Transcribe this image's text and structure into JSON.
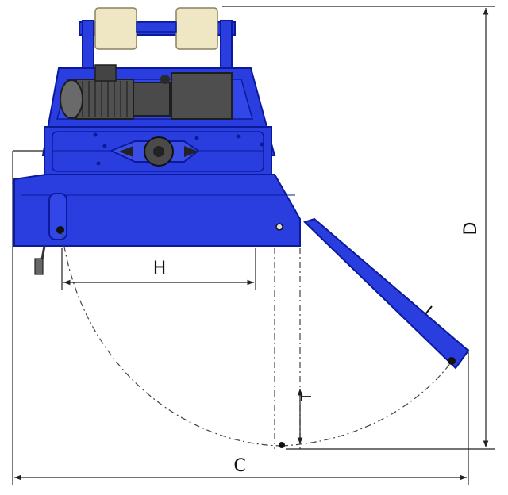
{
  "dimensions": {
    "h": "H",
    "c": "C",
    "d": "D",
    "t": "T"
  },
  "colors": {
    "machine_blue": "#2a3ee0",
    "machine_blue_dark": "#0a1a9a",
    "roller_cream": "#efe7c4",
    "motor_grey": "#505050",
    "dim_line": "#222222"
  }
}
